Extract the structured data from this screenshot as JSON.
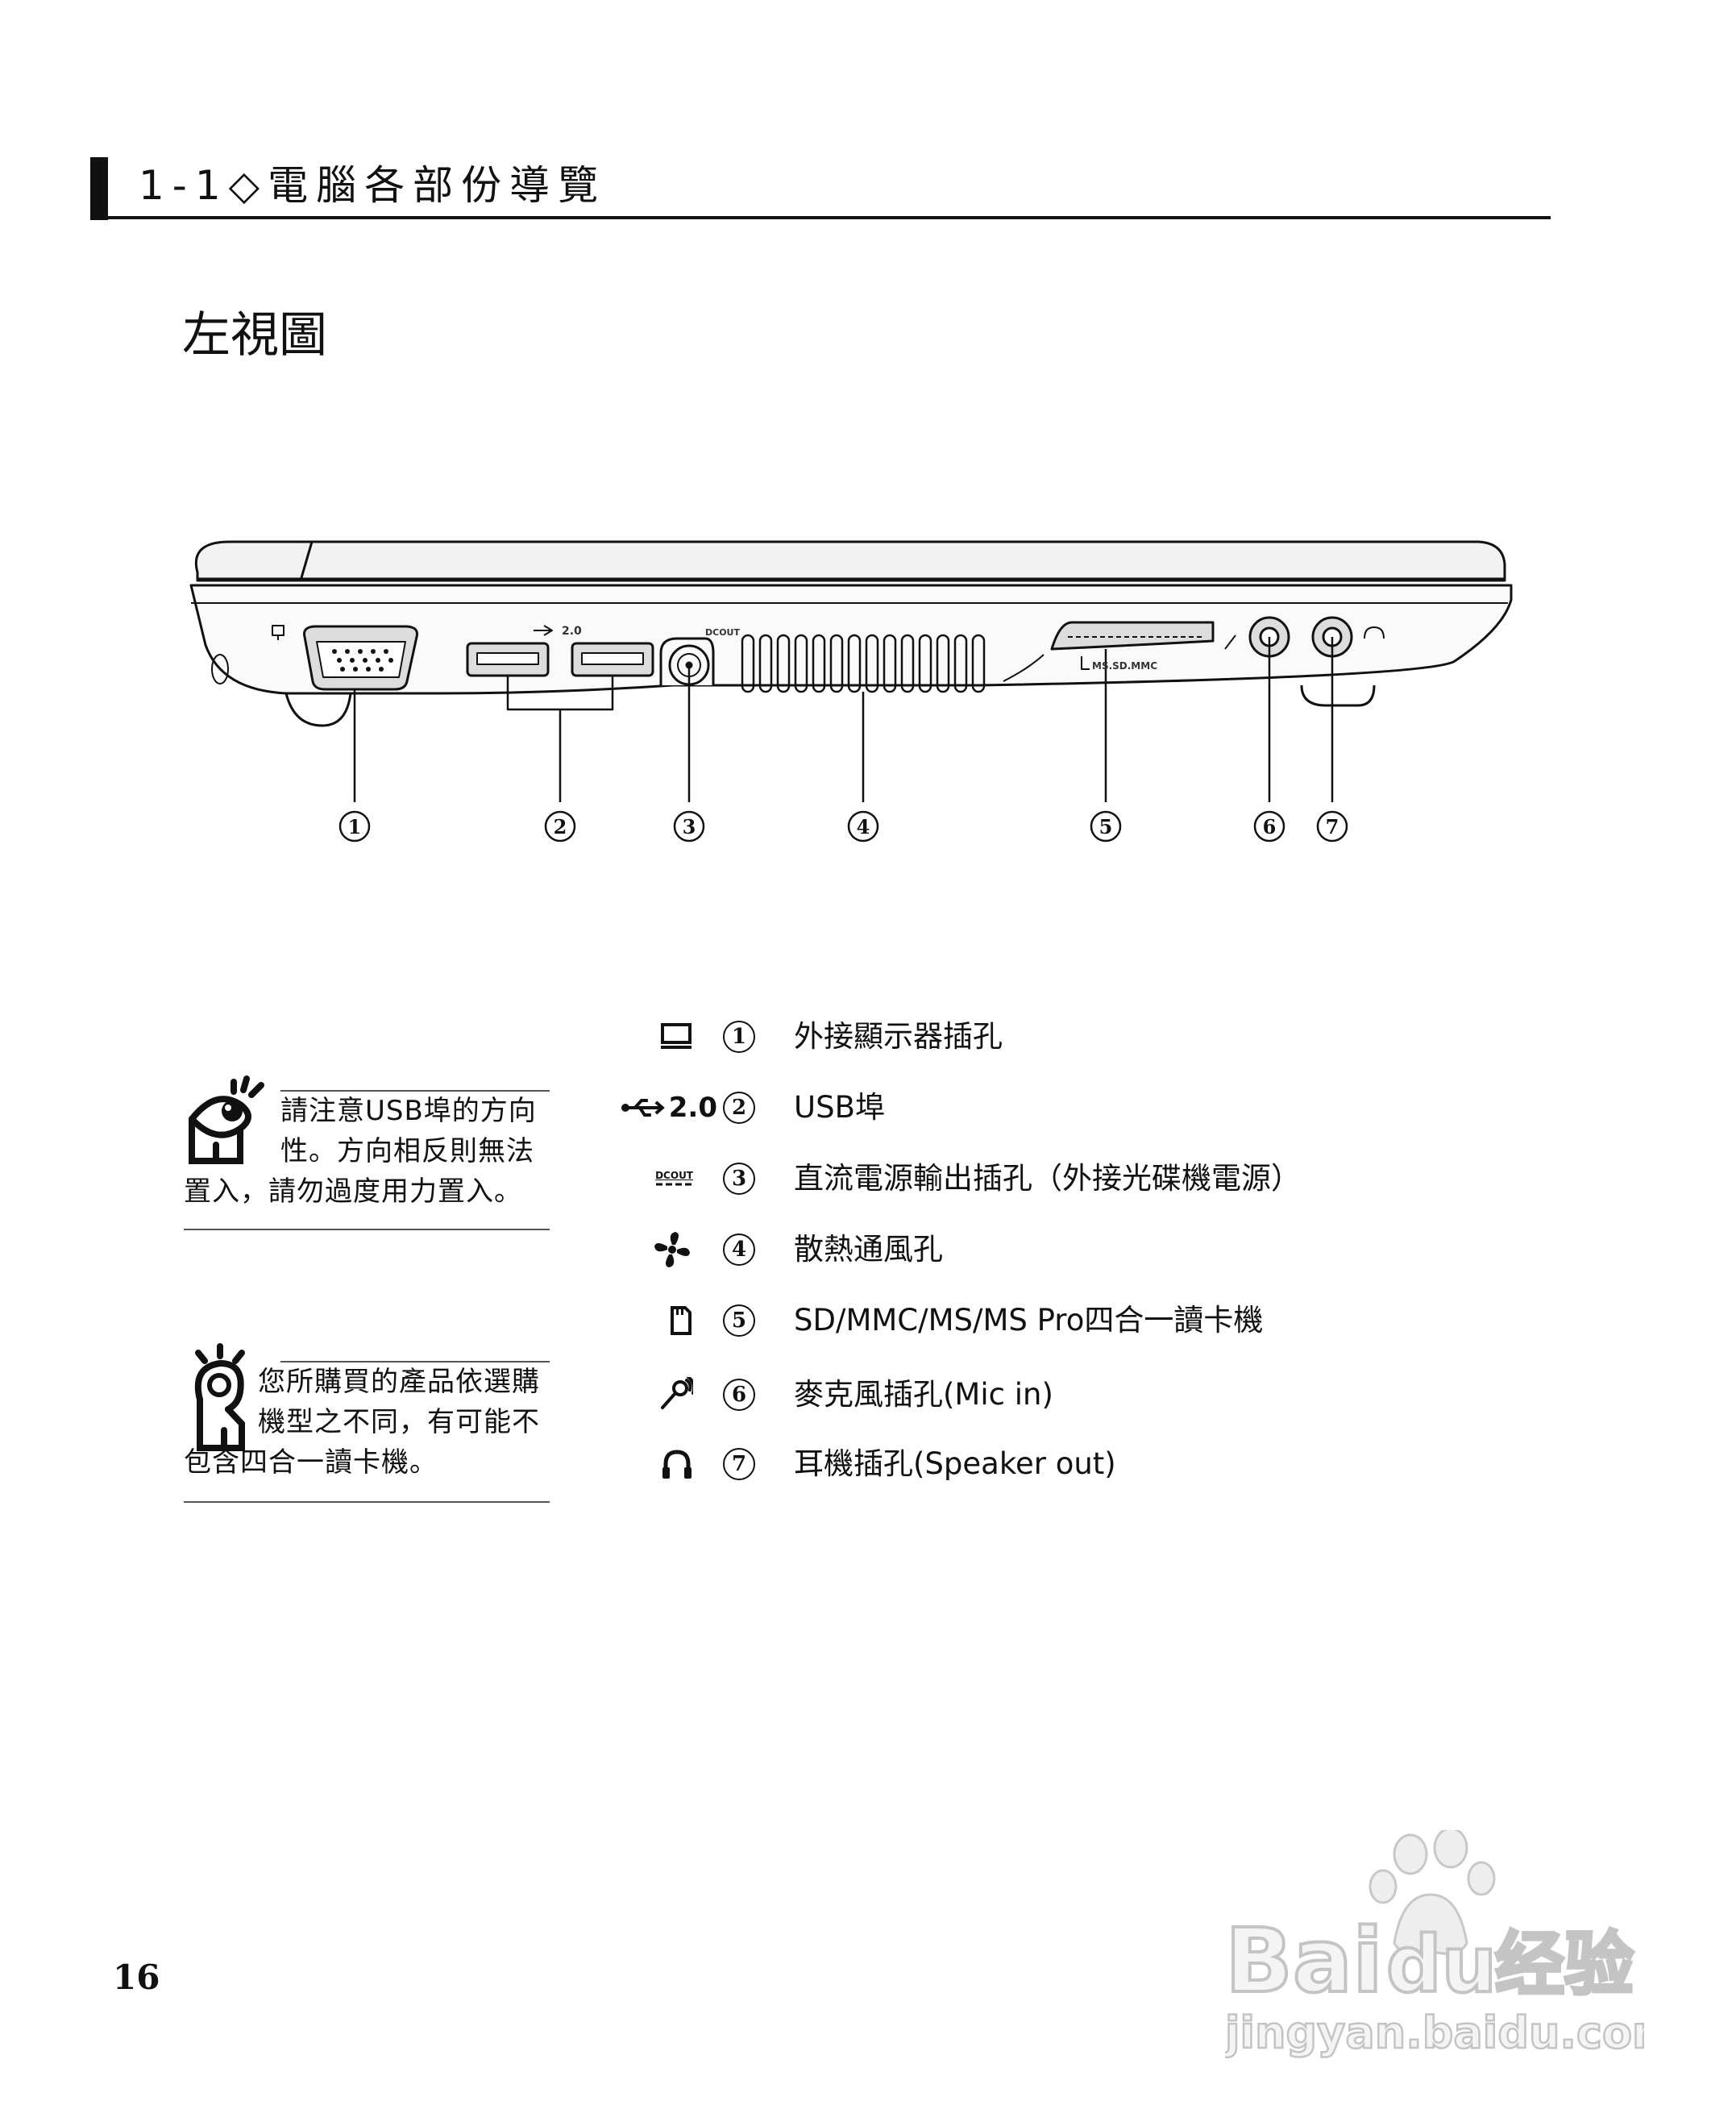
{
  "header": {
    "title": "1-1◇電腦各部份導覽"
  },
  "page_heading": "左視圖",
  "figure": {
    "port_labels": {
      "usb": "2.0",
      "dcout": "DCOUT",
      "card_reader": "MS.SD.MMC"
    },
    "callouts": [
      "1",
      "2",
      "3",
      "4",
      "5",
      "6",
      "7"
    ]
  },
  "notes": [
    {
      "lines": [
        "請注意USB埠的方向",
        "性。方向相反則無法",
        "置入，請勿過度用力置入。"
      ]
    },
    {
      "lines": [
        "您所購買的產品依選購",
        "機型之不同，有可能不",
        "包含四合一讀卡機。"
      ]
    }
  ],
  "legend": [
    {
      "icon": "monitor-icon",
      "number": "1",
      "label": "外接顯示器插孔"
    },
    {
      "icon": "usb-icon",
      "icon_text": "2.0",
      "number": "2",
      "label": "USB埠"
    },
    {
      "icon": "dc-out-icon",
      "icon_text": "DCOUT",
      "number": "3",
      "label": "直流電源輸出插孔（外接光碟機電源）"
    },
    {
      "icon": "fan-icon",
      "number": "4",
      "label": "散熱通風孔"
    },
    {
      "icon": "card-reader-icon",
      "number": "5",
      "label": "SD/MMC/MS/MS Pro四合一讀卡機"
    },
    {
      "icon": "microphone-icon",
      "number": "6",
      "label": "麥克風插孔(Mic in)"
    },
    {
      "icon": "headphone-icon",
      "number": "7",
      "label": "耳機插孔(Speaker out)"
    }
  ],
  "page_number": "16",
  "watermark": {
    "brand": "Bai du 经验",
    "url": "jingyan.baidu.com"
  },
  "colors": {
    "ink": "#111111",
    "rule": "#555555",
    "watermark": "#cfcfcf"
  }
}
